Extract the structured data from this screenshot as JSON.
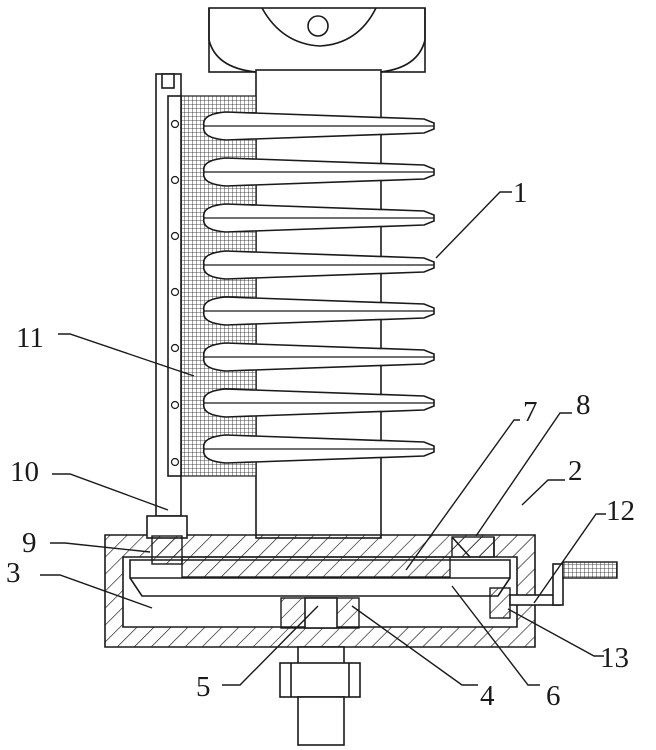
{
  "labels": {
    "l1": "1",
    "l2": "2",
    "l3": "3",
    "l4": "4",
    "l5": "5",
    "l6": "6",
    "l7": "7",
    "l8": "8",
    "l9": "9",
    "l10": "10",
    "l11": "11",
    "l12": "12",
    "l13": "13"
  },
  "colors": {
    "stroke": "#1a1a1a",
    "background": "#ffffff"
  }
}
